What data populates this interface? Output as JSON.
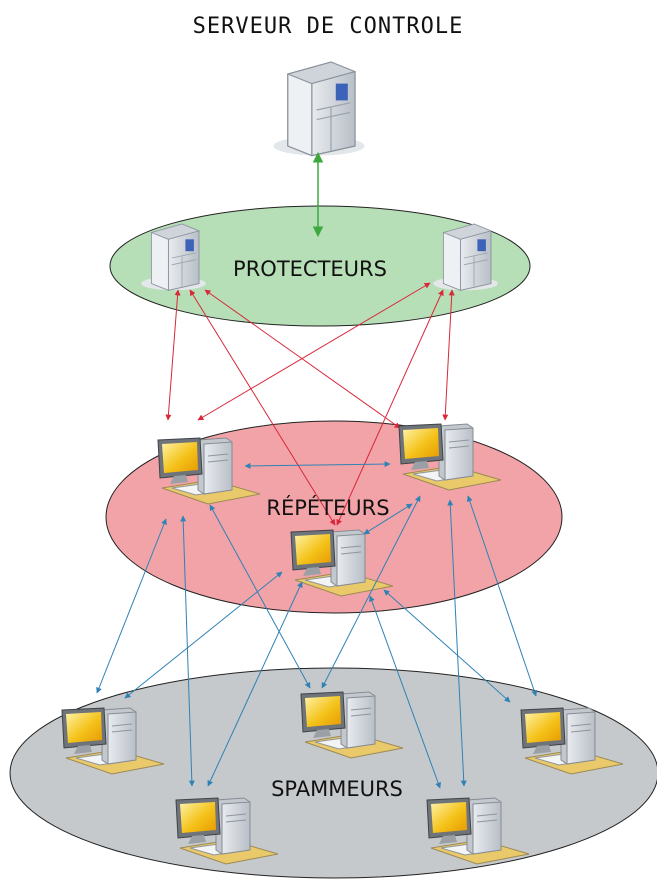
{
  "diagram": {
    "title": "SERVEUR DE CONTROLE",
    "layers": {
      "protecteurs": {
        "label": "PROTECTEURS",
        "fill": "#b7dfb7"
      },
      "repeteurs": {
        "label": "RÉPÉTEURS",
        "fill": "#f2a3a8"
      },
      "spammeurs": {
        "label": "SPAMMEURS",
        "fill": "#c6c9cc"
      }
    },
    "arrow_colors": {
      "control": "#3ea83e",
      "protect": "#d8283a",
      "relay": "#2f82b5"
    },
    "icons": {
      "server": "server-tower-icon",
      "computer": "desktop-computer-icon"
    }
  }
}
